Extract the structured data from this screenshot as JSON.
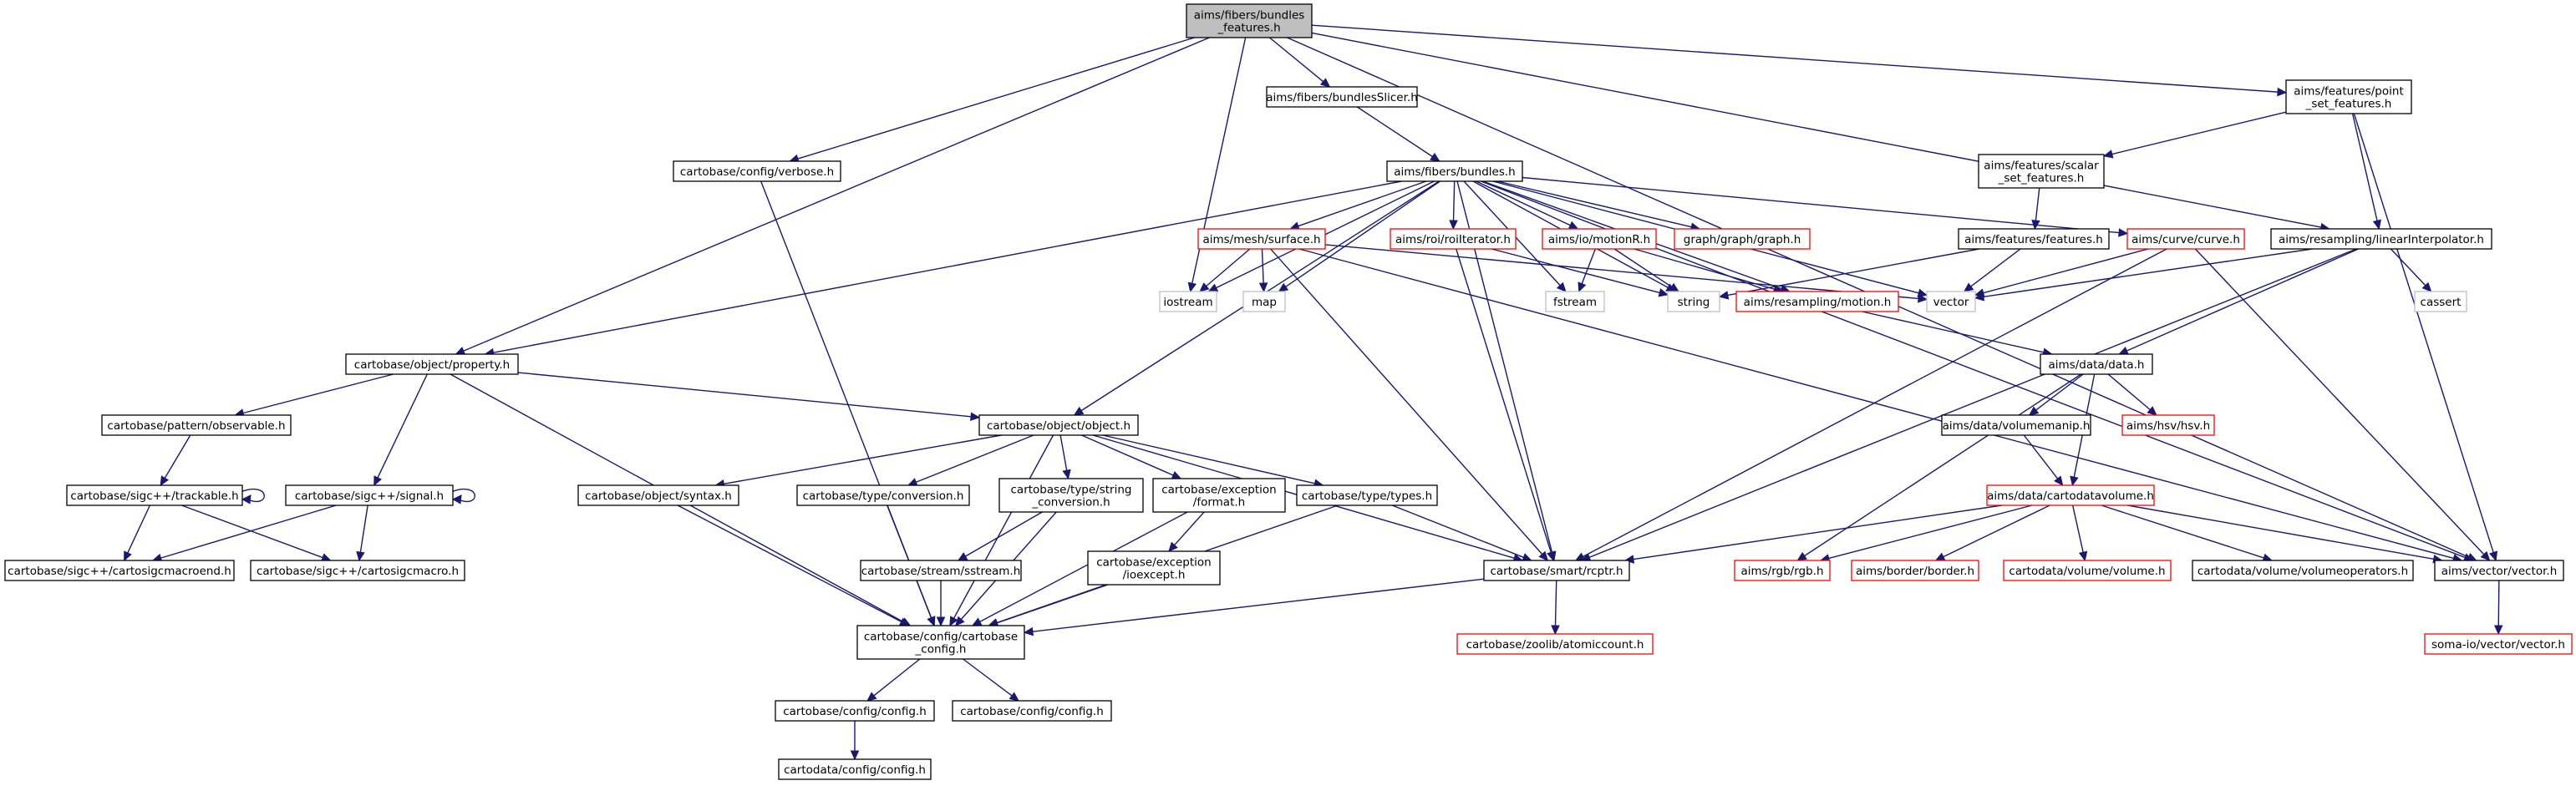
{
  "colors": {
    "edge": "#191970",
    "box_border_default": "#000000",
    "box_border_missing": "#bfbfbf",
    "box_border_truncated": "#ff0000",
    "root_fill": "#bfbfbf",
    "node_fill": "#ffffff"
  },
  "nodes": {
    "root": {
      "lines": [
        "aims/fibers/bundles",
        "_features.h"
      ],
      "style": "root"
    },
    "bundlesSlicer": {
      "lines": [
        "aims/fibers/bundlesSlicer.h"
      ],
      "style": "normal"
    },
    "point_set_features": {
      "lines": [
        "aims/features/point",
        "_set_features.h"
      ],
      "style": "normal"
    },
    "verbose": {
      "lines": [
        "cartobase/config/verbose.h"
      ],
      "style": "normal"
    },
    "bundles": {
      "lines": [
        "aims/fibers/bundles.h"
      ],
      "style": "normal"
    },
    "scalar_set_features": {
      "lines": [
        "aims/features/scalar",
        "_set_features.h"
      ],
      "style": "normal"
    },
    "surface": {
      "lines": [
        "aims/mesh/surface.h"
      ],
      "style": "truncated"
    },
    "roiIterator": {
      "lines": [
        "aims/roi/roiIterator.h"
      ],
      "style": "truncated"
    },
    "motionR": {
      "lines": [
        "aims/io/motionR.h"
      ],
      "style": "truncated"
    },
    "graph": {
      "lines": [
        "graph/graph/graph.h"
      ],
      "style": "truncated"
    },
    "features": {
      "lines": [
        "aims/features/features.h"
      ],
      "style": "normal"
    },
    "curve": {
      "lines": [
        "aims/curve/curve.h"
      ],
      "style": "truncated"
    },
    "linearInterpolator": {
      "lines": [
        "aims/resampling/linearInterpolator.h"
      ],
      "style": "normal"
    },
    "iostream": {
      "lines": [
        "iostream"
      ],
      "style": "missing"
    },
    "map": {
      "lines": [
        "map"
      ],
      "style": "missing"
    },
    "fstream": {
      "lines": [
        "fstream"
      ],
      "style": "missing"
    },
    "string": {
      "lines": [
        "string"
      ],
      "style": "missing"
    },
    "motion": {
      "lines": [
        "aims/resampling/motion.h"
      ],
      "style": "truncated"
    },
    "vector": {
      "lines": [
        "vector"
      ],
      "style": "missing"
    },
    "cassert": {
      "lines": [
        "cassert"
      ],
      "style": "missing"
    },
    "property": {
      "lines": [
        "cartobase/object/property.h"
      ],
      "style": "normal"
    },
    "data": {
      "lines": [
        "aims/data/data.h"
      ],
      "style": "normal"
    },
    "observable": {
      "lines": [
        "cartobase/pattern/observable.h"
      ],
      "style": "normal"
    },
    "object": {
      "lines": [
        "cartobase/object/object.h"
      ],
      "style": "normal"
    },
    "volumemanip": {
      "lines": [
        "aims/data/volumemanip.h"
      ],
      "style": "normal"
    },
    "hsv": {
      "lines": [
        "aims/hsv/hsv.h"
      ],
      "style": "truncated"
    },
    "trackable": {
      "lines": [
        "cartobase/sigc++/trackable.h"
      ],
      "style": "normal"
    },
    "signal": {
      "lines": [
        "cartobase/sigc++/signal.h"
      ],
      "style": "normal"
    },
    "syntax": {
      "lines": [
        "cartobase/object/syntax.h"
      ],
      "style": "normal"
    },
    "conversion": {
      "lines": [
        "cartobase/type/conversion.h"
      ],
      "style": "normal"
    },
    "string_conversion": {
      "lines": [
        "cartobase/type/string",
        "_conversion.h"
      ],
      "style": "normal"
    },
    "format": {
      "lines": [
        "cartobase/exception",
        "/format.h"
      ],
      "style": "normal"
    },
    "types": {
      "lines": [
        "cartobase/type/types.h"
      ],
      "style": "normal"
    },
    "cartodatavolume": {
      "lines": [
        "aims/data/cartodatavolume.h"
      ],
      "style": "truncated"
    },
    "cartosigcmacroend": {
      "lines": [
        "cartobase/sigc++/cartosigcmacroend.h"
      ],
      "style": "normal"
    },
    "cartosigcmacro": {
      "lines": [
        "cartobase/sigc++/cartosigcmacro.h"
      ],
      "style": "normal"
    },
    "sstream": {
      "lines": [
        "cartobase/stream/sstream.h"
      ],
      "style": "normal"
    },
    "ioexcept": {
      "lines": [
        "cartobase/exception",
        "/ioexcept.h"
      ],
      "style": "normal"
    },
    "rcptr": {
      "lines": [
        "cartobase/smart/rcptr.h"
      ],
      "style": "normal"
    },
    "rgb": {
      "lines": [
        "aims/rgb/rgb.h"
      ],
      "style": "truncated"
    },
    "border": {
      "lines": [
        "aims/border/border.h"
      ],
      "style": "truncated"
    },
    "volume": {
      "lines": [
        "cartodata/volume/volume.h"
      ],
      "style": "truncated"
    },
    "volumeoperators": {
      "lines": [
        "cartodata/volume/volumeoperators.h"
      ],
      "style": "normal"
    },
    "aims_vector": {
      "lines": [
        "aims/vector/vector.h"
      ],
      "style": "normal"
    },
    "cartobase_config": {
      "lines": [
        "cartobase/config/cartobase",
        "_config.h"
      ],
      "style": "normal"
    },
    "atomiccount": {
      "lines": [
        "cartobase/zoolib/atomiccount.h"
      ],
      "style": "truncated"
    },
    "soma_vector": {
      "lines": [
        "soma-io/vector/vector.h"
      ],
      "style": "truncated"
    },
    "config1": {
      "lines": [
        "cartobase/config/config.h"
      ],
      "style": "normal"
    },
    "config2": {
      "lines": [
        "cartobase/config/config.h"
      ],
      "style": "normal"
    },
    "cartodata_config": {
      "lines": [
        "cartodata/config/config.h"
      ],
      "style": "normal"
    }
  },
  "edges": [
    [
      "root",
      "bundlesSlicer"
    ],
    [
      "root",
      "point_set_features"
    ],
    [
      "root",
      "verbose"
    ],
    [
      "root",
      "property"
    ],
    [
      "root",
      "iostream"
    ],
    [
      "root",
      "linearInterpolator"
    ],
    [
      "root",
      "aims_vector"
    ],
    [
      "bundlesSlicer",
      "bundles"
    ],
    [
      "point_set_features",
      "scalar_set_features"
    ],
    [
      "point_set_features",
      "linearInterpolator"
    ],
    [
      "point_set_features",
      "aims_vector"
    ],
    [
      "verbose",
      "cartobase_config"
    ],
    [
      "bundles",
      "surface"
    ],
    [
      "bundles",
      "roiIterator"
    ],
    [
      "bundles",
      "motionR"
    ],
    [
      "bundles",
      "graph"
    ],
    [
      "bundles",
      "curve"
    ],
    [
      "bundles",
      "property"
    ],
    [
      "bundles",
      "object"
    ],
    [
      "bundles",
      "rcptr"
    ],
    [
      "bundles",
      "map"
    ],
    [
      "bundles",
      "iostream"
    ],
    [
      "bundles",
      "string"
    ],
    [
      "bundles",
      "vector"
    ],
    [
      "bundles",
      "fstream"
    ],
    [
      "bundles",
      "motion"
    ],
    [
      "bundles",
      "aims_vector"
    ],
    [
      "scalar_set_features",
      "features"
    ],
    [
      "features",
      "string"
    ],
    [
      "features",
      "vector"
    ],
    [
      "surface",
      "iostream"
    ],
    [
      "surface",
      "map"
    ],
    [
      "surface",
      "vector"
    ],
    [
      "surface",
      "rcptr"
    ],
    [
      "surface",
      "aims_vector"
    ],
    [
      "roiIterator",
      "string"
    ],
    [
      "roiIterator",
      "rcptr"
    ],
    [
      "motionR",
      "fstream"
    ],
    [
      "motionR",
      "string"
    ],
    [
      "motionR",
      "motion"
    ],
    [
      "curve",
      "vector"
    ],
    [
      "curve",
      "rcptr"
    ],
    [
      "curve",
      "aims_vector"
    ],
    [
      "linearInterpolator",
      "vector"
    ],
    [
      "linearInterpolator",
      "cassert"
    ],
    [
      "linearInterpolator",
      "data"
    ],
    [
      "linearInterpolator",
      "rcptr"
    ],
    [
      "motion",
      "data"
    ],
    [
      "data",
      "volumemanip"
    ],
    [
      "data",
      "hsv"
    ],
    [
      "data",
      "rgb"
    ],
    [
      "data",
      "cartodatavolume"
    ],
    [
      "volumemanip",
      "cartodatavolume"
    ],
    [
      "cartodatavolume",
      "rcptr"
    ],
    [
      "cartodatavolume",
      "rgb"
    ],
    [
      "cartodatavolume",
      "border"
    ],
    [
      "cartodatavolume",
      "volume"
    ],
    [
      "cartodatavolume",
      "volumeoperators"
    ],
    [
      "cartodatavolume",
      "aims_vector"
    ],
    [
      "property",
      "observable"
    ],
    [
      "property",
      "signal"
    ],
    [
      "property",
      "object"
    ],
    [
      "property",
      "cartobase_config"
    ],
    [
      "observable",
      "trackable"
    ],
    [
      "trackable",
      "trackable"
    ],
    [
      "trackable",
      "cartosigcmacroend"
    ],
    [
      "trackable",
      "cartosigcmacro"
    ],
    [
      "signal",
      "signal"
    ],
    [
      "signal",
      "cartosigcmacroend"
    ],
    [
      "signal",
      "cartosigcmacro"
    ],
    [
      "object",
      "syntax"
    ],
    [
      "object",
      "conversion"
    ],
    [
      "object",
      "string_conversion"
    ],
    [
      "object",
      "format"
    ],
    [
      "object",
      "types"
    ],
    [
      "object",
      "rcptr"
    ],
    [
      "object",
      "cartobase_config"
    ],
    [
      "syntax",
      "cartobase_config"
    ],
    [
      "conversion",
      "cartobase_config"
    ],
    [
      "string_conversion",
      "sstream"
    ],
    [
      "string_conversion",
      "cartobase_config"
    ],
    [
      "sstream",
      "cartobase_config"
    ],
    [
      "format",
      "ioexcept"
    ],
    [
      "format",
      "cartobase_config"
    ],
    [
      "ioexcept",
      "cartobase_config"
    ],
    [
      "types",
      "rcptr"
    ],
    [
      "types",
      "cartobase_config"
    ],
    [
      "rcptr",
      "cartobase_config"
    ],
    [
      "rcptr",
      "atomiccount"
    ],
    [
      "aims_vector",
      "soma_vector"
    ],
    [
      "cartobase_config",
      "config1"
    ],
    [
      "cartobase_config",
      "config2"
    ],
    [
      "config1",
      "cartodata_config"
    ]
  ]
}
